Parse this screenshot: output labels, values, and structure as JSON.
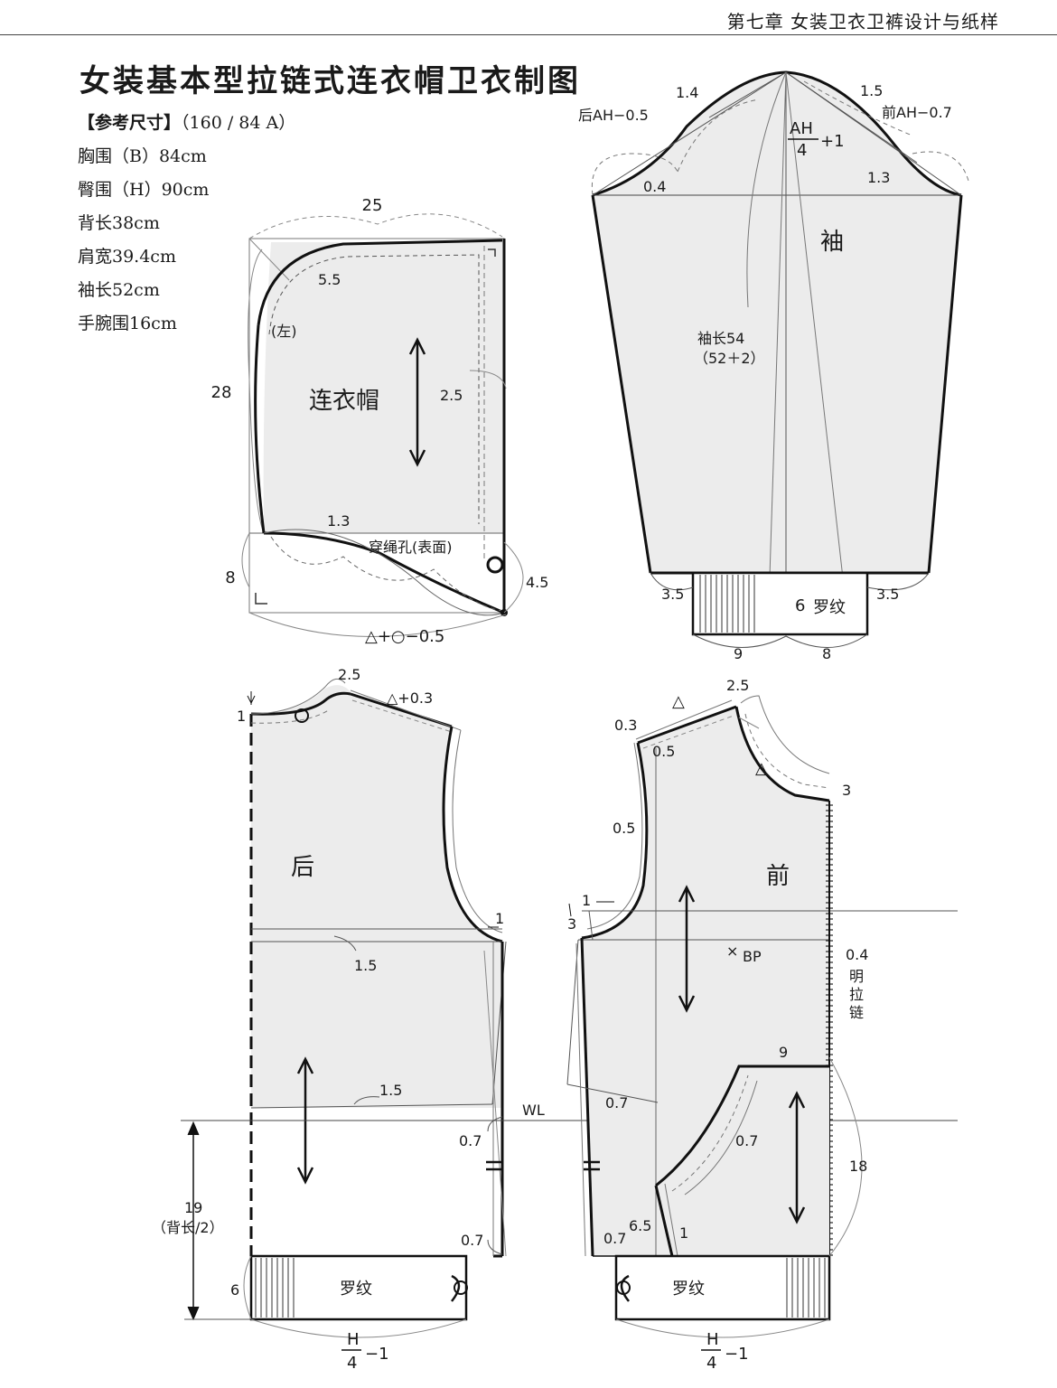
{
  "header": {
    "chapter": "第七章    女装卫衣卫裤设计与纸样"
  },
  "title": "女装基本型拉链式连衣帽卫衣制图",
  "ref_size": {
    "heading": "【参考尺寸】",
    "value": "（160 / 84 A）",
    "items": [
      "胸围（B）84cm",
      "臀围（H）90cm",
      "背长38cm",
      "肩宽39.4cm",
      "袖长52cm",
      "手腕围16cm"
    ]
  },
  "hood": {
    "name": "连衣帽",
    "width": "25",
    "height": "28",
    "hem": "8",
    "curve1": "5.5",
    "left_tag": "(左)",
    "offset": "2.5",
    "dip": "1.3",
    "hole": "穿绳孔(表面)",
    "hole_dist": "4.5",
    "neck_formula": "△+○−0.5"
  },
  "sleeve": {
    "name": "袖",
    "back_ah": "后AH−0.5",
    "front_ah": "前AH−0.7",
    "cap_num": "AH",
    "cap_den": "4",
    "cap_plus": "+1",
    "b14": "1.4",
    "b15": "1.5",
    "b04": "0.4",
    "b13": "1.3",
    "length": "袖长54",
    "length_note": "（52＋2）",
    "rib": "罗纹",
    "rib_h": "6",
    "left_off": "3.5",
    "right_off": "3.5",
    "cuff_left": "9",
    "cuff_right": "8"
  },
  "back": {
    "name": "后",
    "neck_drop": "1",
    "shoulder_a": "2.5",
    "shoulder_b": "△+0.3",
    "arm_out": "1",
    "chest_dip": "1.5",
    "waist_dip": "1.5",
    "side_a": "0.7",
    "side_b": "0.7",
    "back_len": "19",
    "back_len_note": "（背长/2）",
    "rib_h": "6",
    "rib": "罗纹",
    "hem_num": "H",
    "hem_den": "4",
    "hem_minus": "−1"
  },
  "front": {
    "name": "前",
    "shoulder_tri": "△",
    "neck_w": "2.5",
    "sh_03": "0.3",
    "sh_05": "0.5",
    "neck_3": "3",
    "arm_05": "0.5",
    "arm_1": "1",
    "arm_3": "3",
    "bp": "BP",
    "zip_off": "0.4",
    "zip": "明拉链",
    "pocket_w": "9",
    "pocket_07": "0.7",
    "pocket_h": "18",
    "pocket_65": "6.5",
    "pocket_1": "1",
    "side_a": "0.7",
    "side_b": "0.7",
    "rib": "罗纹",
    "hem_num": "H",
    "hem_den": "4",
    "hem_minus": "−1"
  },
  "wl": "WL"
}
